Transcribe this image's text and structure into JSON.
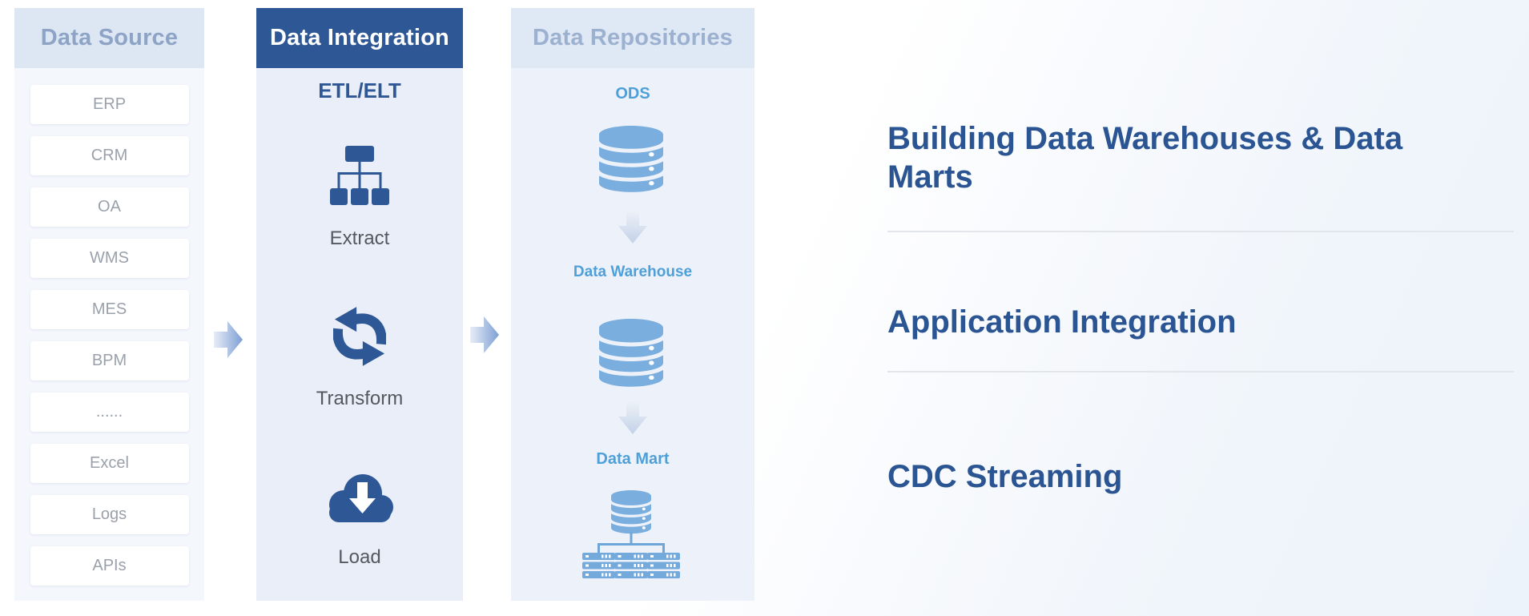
{
  "colors": {
    "accent_dark_blue": "#2e5795",
    "heading_blue": "#2a5492",
    "column_header_muted_text": "#8da4c6",
    "repo_icon_blue": "#7aaede",
    "repo_label_blue": "#4f9fd8",
    "source_item_text": "#9aa1ab",
    "step_label_text": "#55585e",
    "divider_gray": "#e2e5ea",
    "flow_arrow_gradient_end": "#7d9fd4"
  },
  "columns": {
    "data_source": {
      "title": "Data Source",
      "items": [
        "ERP",
        "CRM",
        "OA",
        "WMS",
        "MES",
        "BPM",
        "......",
        "Excel",
        "Logs",
        "APIs"
      ]
    },
    "data_integration": {
      "title": "Data Integration",
      "subtitle": "ETL/ELT",
      "steps": [
        {
          "label": "Extract",
          "icon": "sitemap-icon"
        },
        {
          "label": "Transform",
          "icon": "sync-arrows-icon"
        },
        {
          "label": "Load",
          "icon": "cloud-download-icon"
        }
      ]
    },
    "data_repositories": {
      "title": "Data Repositories",
      "nodes": [
        {
          "label": "ODS",
          "icon": "database-icon"
        },
        {
          "label": "Data Warehouse",
          "icon": "database-icon"
        },
        {
          "label": "Data Mart",
          "icon": "database-cluster-icon"
        }
      ]
    }
  },
  "flow": {
    "arrows": [
      "data-source-to-integration",
      "integration-to-repositories"
    ]
  },
  "right_panel": {
    "sections": [
      {
        "title": "Building Data Warehouses & Data Marts"
      },
      {
        "title": "Application Integration"
      },
      {
        "title": "CDC Streaming"
      }
    ]
  }
}
